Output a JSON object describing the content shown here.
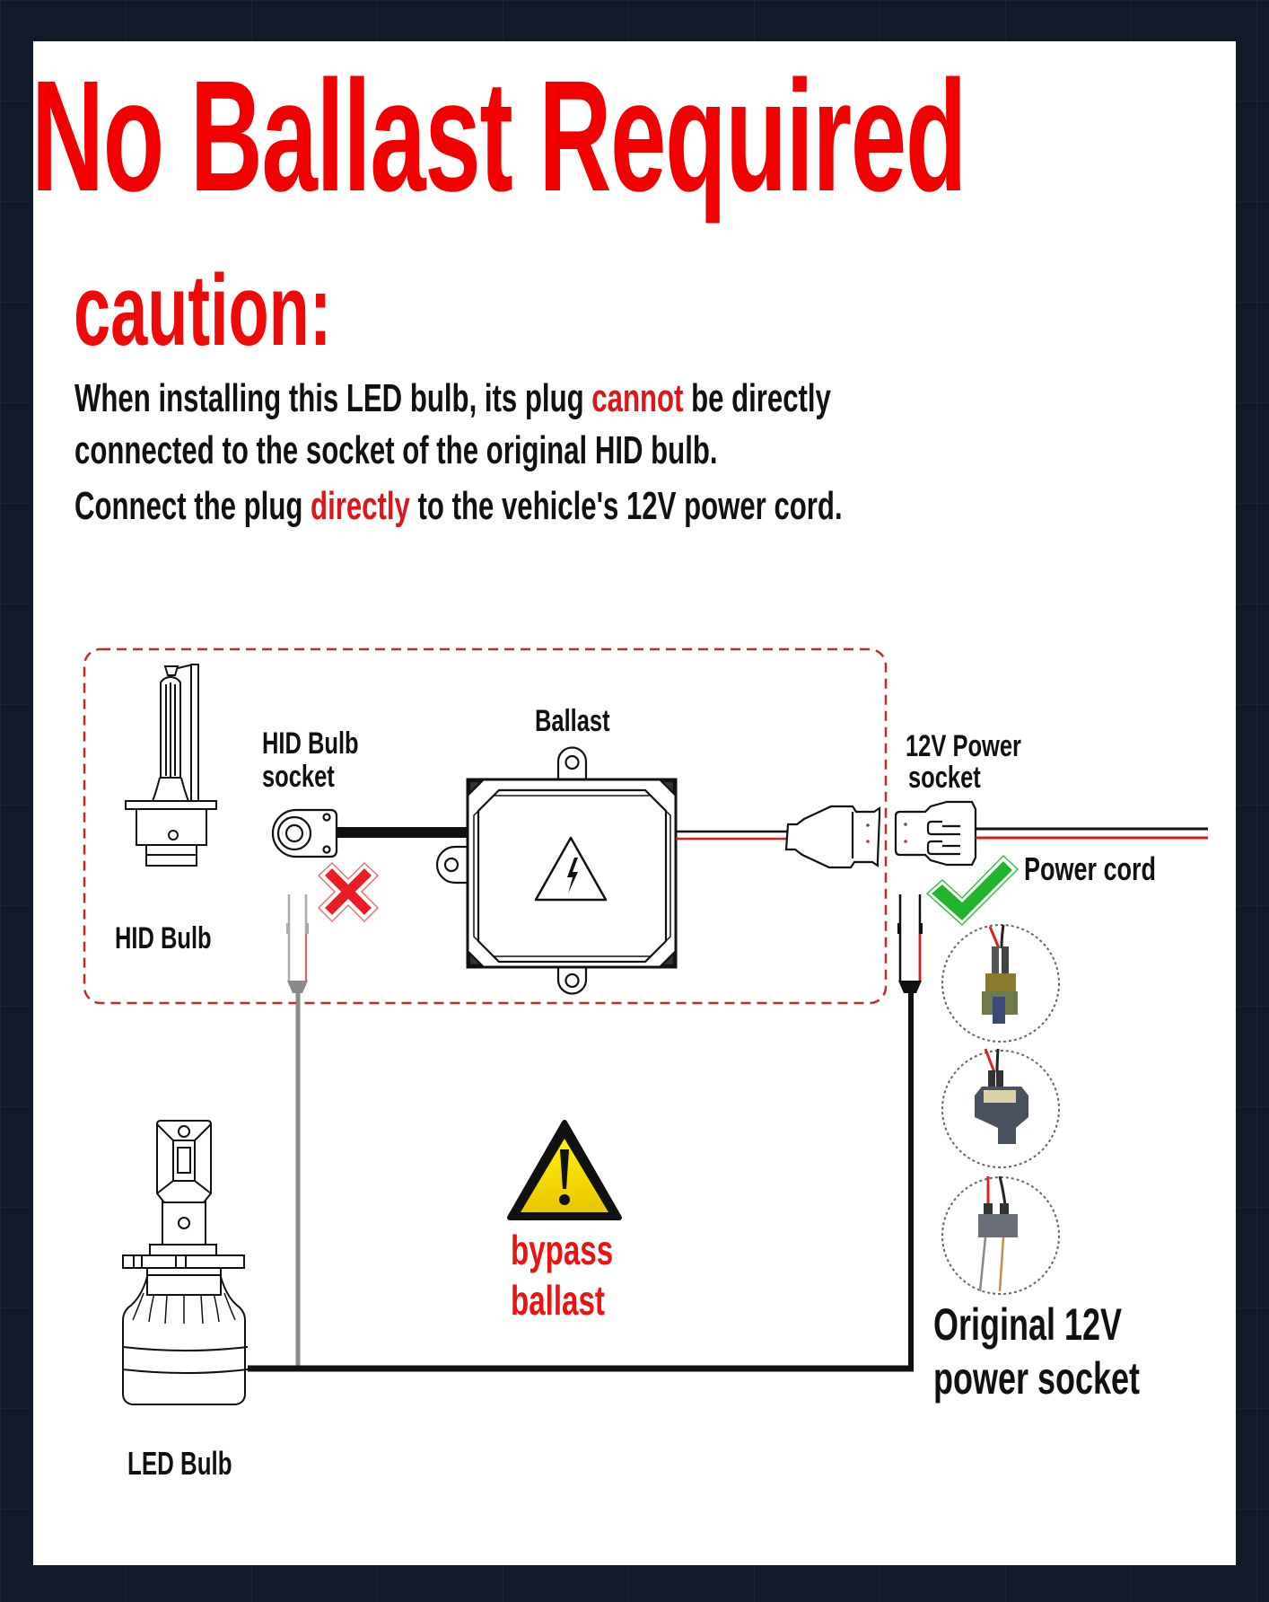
{
  "title": "No Ballast Required",
  "caution": {
    "heading": "caution:",
    "line1": {
      "before": "When installing this LED bulb, its plug ",
      "highlight": "cannot",
      "after": " be directly"
    },
    "line2": "connected to the socket of the original HID bulb.",
    "line3": {
      "before": "Connect the plug ",
      "highlight": "directly",
      "after": " to the vehicle's 12V power cord."
    }
  },
  "diagram": {
    "labels": {
      "hid_bulb": "HID Bulb",
      "hid_socket_line1": "HID Bulb",
      "hid_socket_line2": "socket",
      "ballast": "Ballast",
      "power_socket_line1": "12V Power",
      "power_socket_line2": "socket",
      "power_cord": "Power cord",
      "led_bulb": "LED Bulb",
      "bypass_line1": "bypass",
      "bypass_line2": "ballast",
      "original_line1": "Original 12V",
      "original_line2": "power socket"
    },
    "icons": {
      "wrong": "red-x-icon",
      "correct": "green-check-icon",
      "warning": "warning-triangle-icon",
      "high_voltage": "high-voltage-icon"
    },
    "colors": {
      "title_red": "#f20000",
      "highlight_red": "#e0141c",
      "dashed_box": "#c62828",
      "check_green": "#1fb52a",
      "warning_yellow": "#f7e51a",
      "wire_gray": "#8a8a8a",
      "background": "#101a2a"
    }
  }
}
